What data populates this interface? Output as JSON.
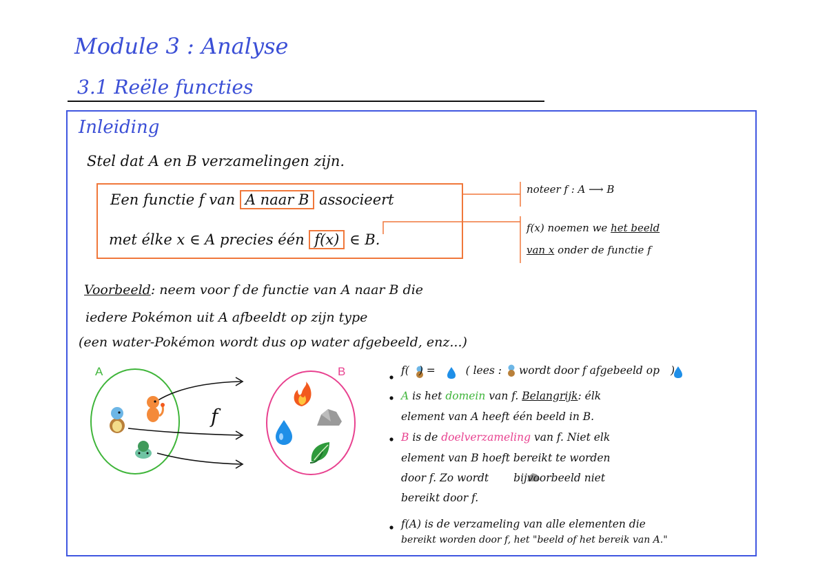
{
  "header": {
    "module_title": "Module 3 : Analyse",
    "section_title": "3.1 Reële functies"
  },
  "intro": {
    "heading": "Inleiding",
    "sentence": "Stel dat A en B verzamelingen zijn.",
    "definition": {
      "line1_pre": "Een functie f van",
      "line1_box": "A naar B",
      "line1_post": "associeert",
      "line2_pre": "met élke x ∈ A precies één",
      "line2_box": "f(x)",
      "line2_post": "∈ B."
    },
    "notes": {
      "notation": "noteer f : A ⟶ B",
      "image_line1_pre": "f(x) noemen we",
      "image_line1_ul": "het beeld",
      "image_line2_ul": "van x",
      "image_line2_post": "onder de functie f"
    }
  },
  "example": {
    "label": "Voorbeeld",
    "line1_rest": ": neem voor f de functie van A naar B die",
    "line2": "iedere Pokémon uit A afbeeldt op zijn type",
    "line3": "(een water-Pokémon wordt dus op water afgebeeld, enz...)"
  },
  "diagram": {
    "set_a_label": "A",
    "set_b_label": "B",
    "function_label": "f",
    "colors": {
      "set_a": "#3fb53a",
      "set_b": "#e8418f",
      "fire": "#f25a1e",
      "water": "#1f8fe8",
      "grass": "#2f9a3c",
      "rock": "#9a9a9a"
    },
    "icons": [
      "charmander-icon",
      "squirtle-icon",
      "bulbasaur-icon",
      "fire-icon",
      "water-drop-icon",
      "rock-icon",
      "leaf-icon"
    ]
  },
  "bullets": {
    "b1_pre": "f(",
    "b1_mid": ") = ",
    "b1_read": "( lees :",
    "b1_read_post": "wordt door f afgebeeld op",
    "b1_close": ")",
    "b2_a": "A",
    "b2_is": "is het",
    "b2_domain": "domein",
    "b2_rest": "van f.",
    "b2_important": "Belangrijk",
    "b2_tail": ": élk",
    "b2_line2": "element van A heeft één beeld in B.",
    "b3_b": "B",
    "b3_is": "is de",
    "b3_codomain": "doelverzameling",
    "b3_rest": "van f. Niet elk",
    "b3_line2": "element van B hoeft bereikt te worden",
    "b3_line3_pre": "door f. Zo wordt",
    "b3_line3_post": "bijvoorbeeld niet",
    "b3_line4": "bereikt door f.",
    "b4_line1": "f(A) is de verzameling van alle elementen die",
    "b4_line2": "bereikt worden door f, het \"beeld of het bereik van A.\""
  }
}
